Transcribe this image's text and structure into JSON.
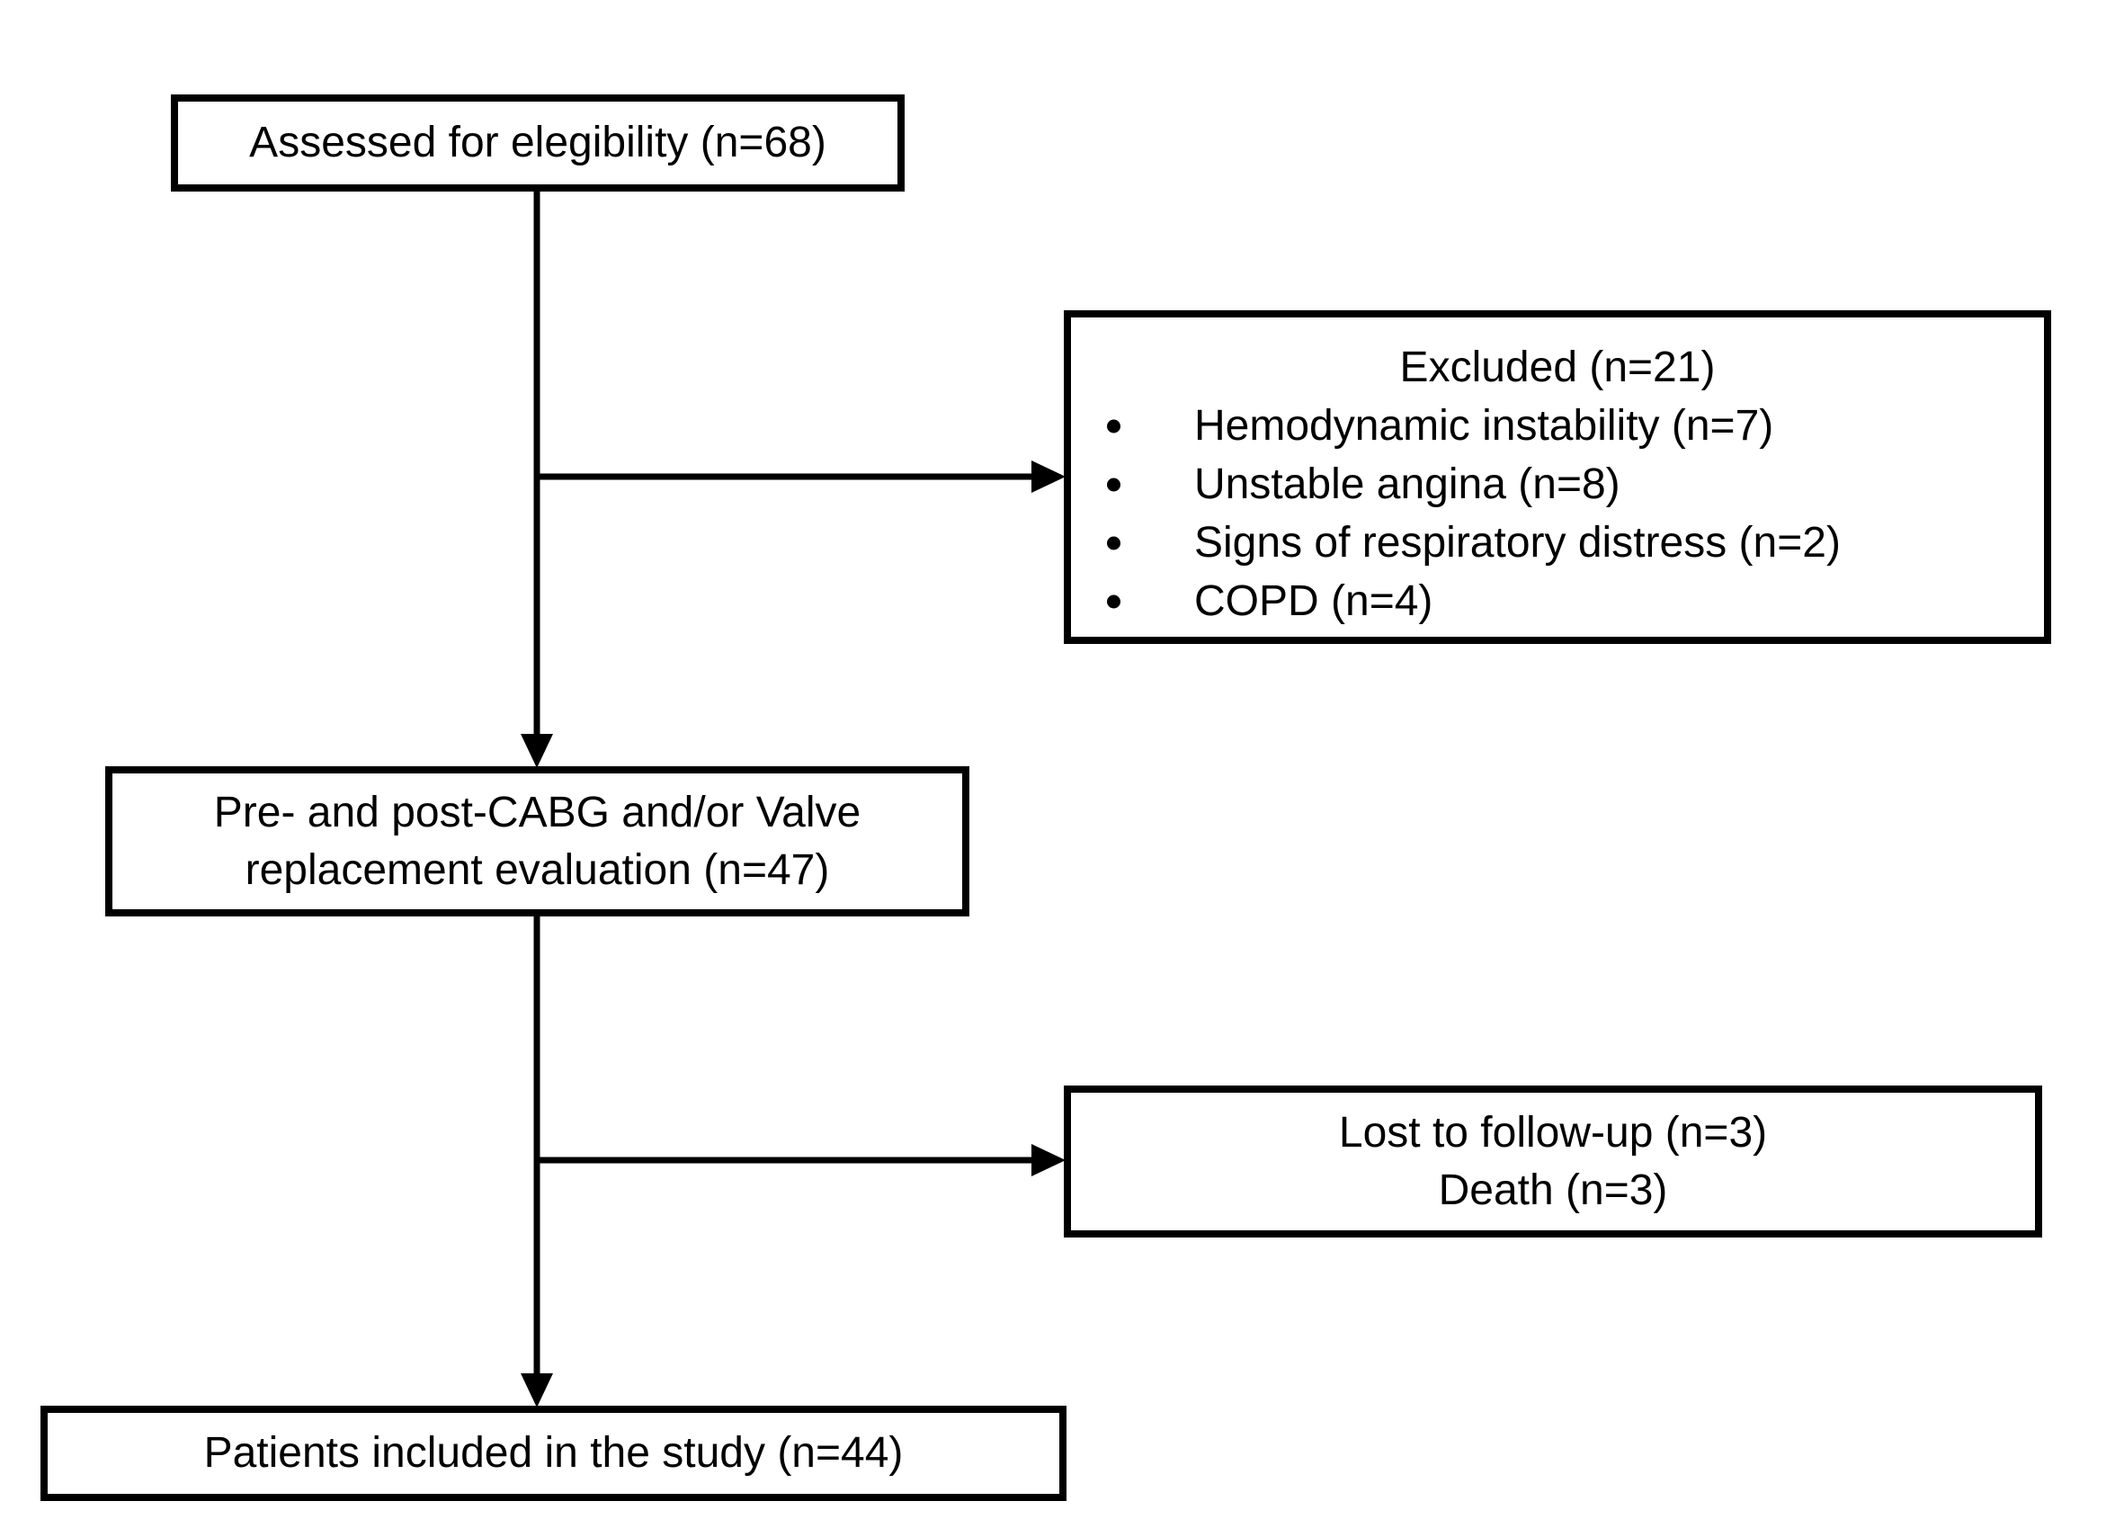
{
  "diagram": {
    "type": "flowchart",
    "boxes": {
      "assessed": {
        "label": "Assessed for elegibility (n=68)"
      },
      "excluded": {
        "title": "Excluded (n=21)",
        "items": [
          "Hemodynamic instability (n=7)",
          "Unstable angina (n=8)",
          "Signs of respiratory distress (n=2)",
          "COPD (n=4)"
        ]
      },
      "evaluation": {
        "line1": "Pre- and post-CABG and/or Valve",
        "line2": "replacement evaluation (n=47)"
      },
      "followup": {
        "line1": "Lost to follow-up (n=3)",
        "line2": "Death (n=3)"
      },
      "included": {
        "label": "Patients included in the study (n=44)"
      }
    },
    "colors": {
      "line": "#000000",
      "box_border": "#000000",
      "box_fill": "#ffffff",
      "background": "#ffffff",
      "text": "#000000"
    }
  }
}
